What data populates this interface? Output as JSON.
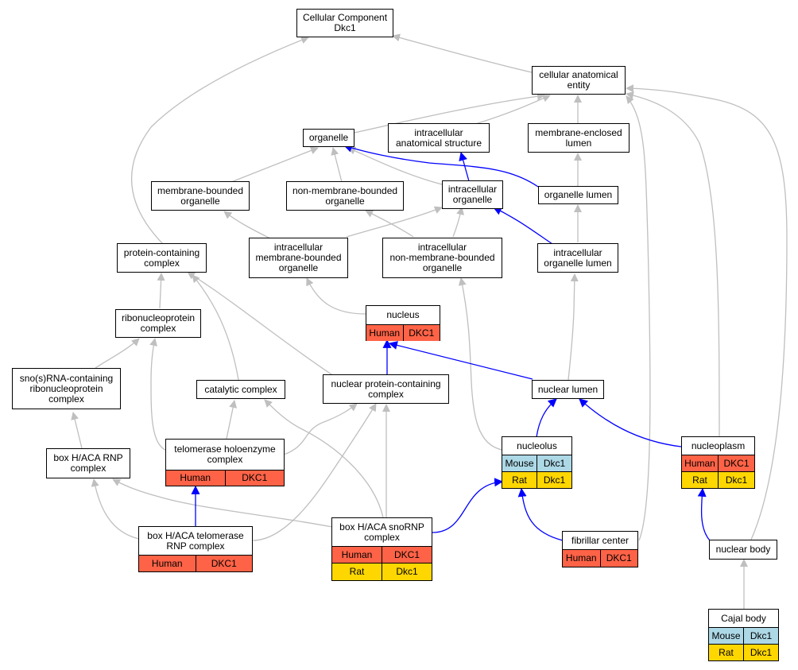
{
  "colors": {
    "human": "#ff6347",
    "mouse": "#add8e6",
    "rat": "#ffd700",
    "edge_gray": "#bfbfbf",
    "edge_blue": "#0000ff"
  },
  "nodes": {
    "root": {
      "label": "Cellular Component\nDkc1"
    },
    "cae": {
      "label": "cellular anatomical\nentity"
    },
    "organelle": {
      "label": "organelle"
    },
    "ias": {
      "label": "intracellular\nanatomical structure"
    },
    "mel": {
      "label": "membrane-enclosed\nlumen"
    },
    "mbo": {
      "label": "membrane-bounded\norganelle"
    },
    "nmbo": {
      "label": "non-membrane-bounded\norganelle"
    },
    "io": {
      "label": "intracellular\norganelle"
    },
    "ol": {
      "label": "organelle lumen"
    },
    "pcc": {
      "label": "protein-containing\ncomplex"
    },
    "imbo": {
      "label": "intracellular\nmembrane-bounded\norganelle"
    },
    "inmbo": {
      "label": "intracellular\nnon-membrane-bounded\norganelle"
    },
    "iol": {
      "label": "intracellular\norganelle lumen"
    },
    "rnp": {
      "label": "ribonucleoprotein\ncomplex"
    },
    "nucleus": {
      "label": "nucleus",
      "rows": [
        [
          "Human",
          "DKC1"
        ]
      ]
    },
    "snornp": {
      "label": "sno(s)RNA-containing\nribonucleoprotein\ncomplex"
    },
    "cat": {
      "label": "catalytic complex"
    },
    "npcc": {
      "label": "nuclear protein-containing\ncomplex"
    },
    "nlumen": {
      "label": "nuclear lumen"
    },
    "haca": {
      "label": "box H/ACA RNP\ncomplex"
    },
    "tel": {
      "label": "telomerase holoenzyme\ncomplex",
      "rows": [
        [
          "Human",
          "DKC1"
        ]
      ]
    },
    "nucleolus": {
      "label": "nucleolus",
      "rows": [
        [
          "Mouse",
          "Dkc1"
        ],
        [
          "Rat",
          "Dkc1"
        ]
      ]
    },
    "nucleoplasm": {
      "label": "nucleoplasm",
      "rows": [
        [
          "Human",
          "DKC1"
        ],
        [
          "Rat",
          "Dkc1"
        ]
      ]
    },
    "hacatel": {
      "label": "box H/ACA telomerase\nRNP complex",
      "rows": [
        [
          "Human",
          "DKC1"
        ]
      ]
    },
    "hacasno": {
      "label": "box H/ACA snoRNP\ncomplex",
      "rows": [
        [
          "Human",
          "DKC1"
        ],
        [
          "Rat",
          "Dkc1"
        ]
      ]
    },
    "fib": {
      "label": "fibrillar center",
      "rows": [
        [
          "Human",
          "DKC1"
        ]
      ]
    },
    "nbody": {
      "label": "nuclear body"
    },
    "cajal": {
      "label": "Cajal body",
      "rows": [
        [
          "Mouse",
          "Dkc1"
        ],
        [
          "Rat",
          "Dkc1"
        ]
      ]
    }
  }
}
